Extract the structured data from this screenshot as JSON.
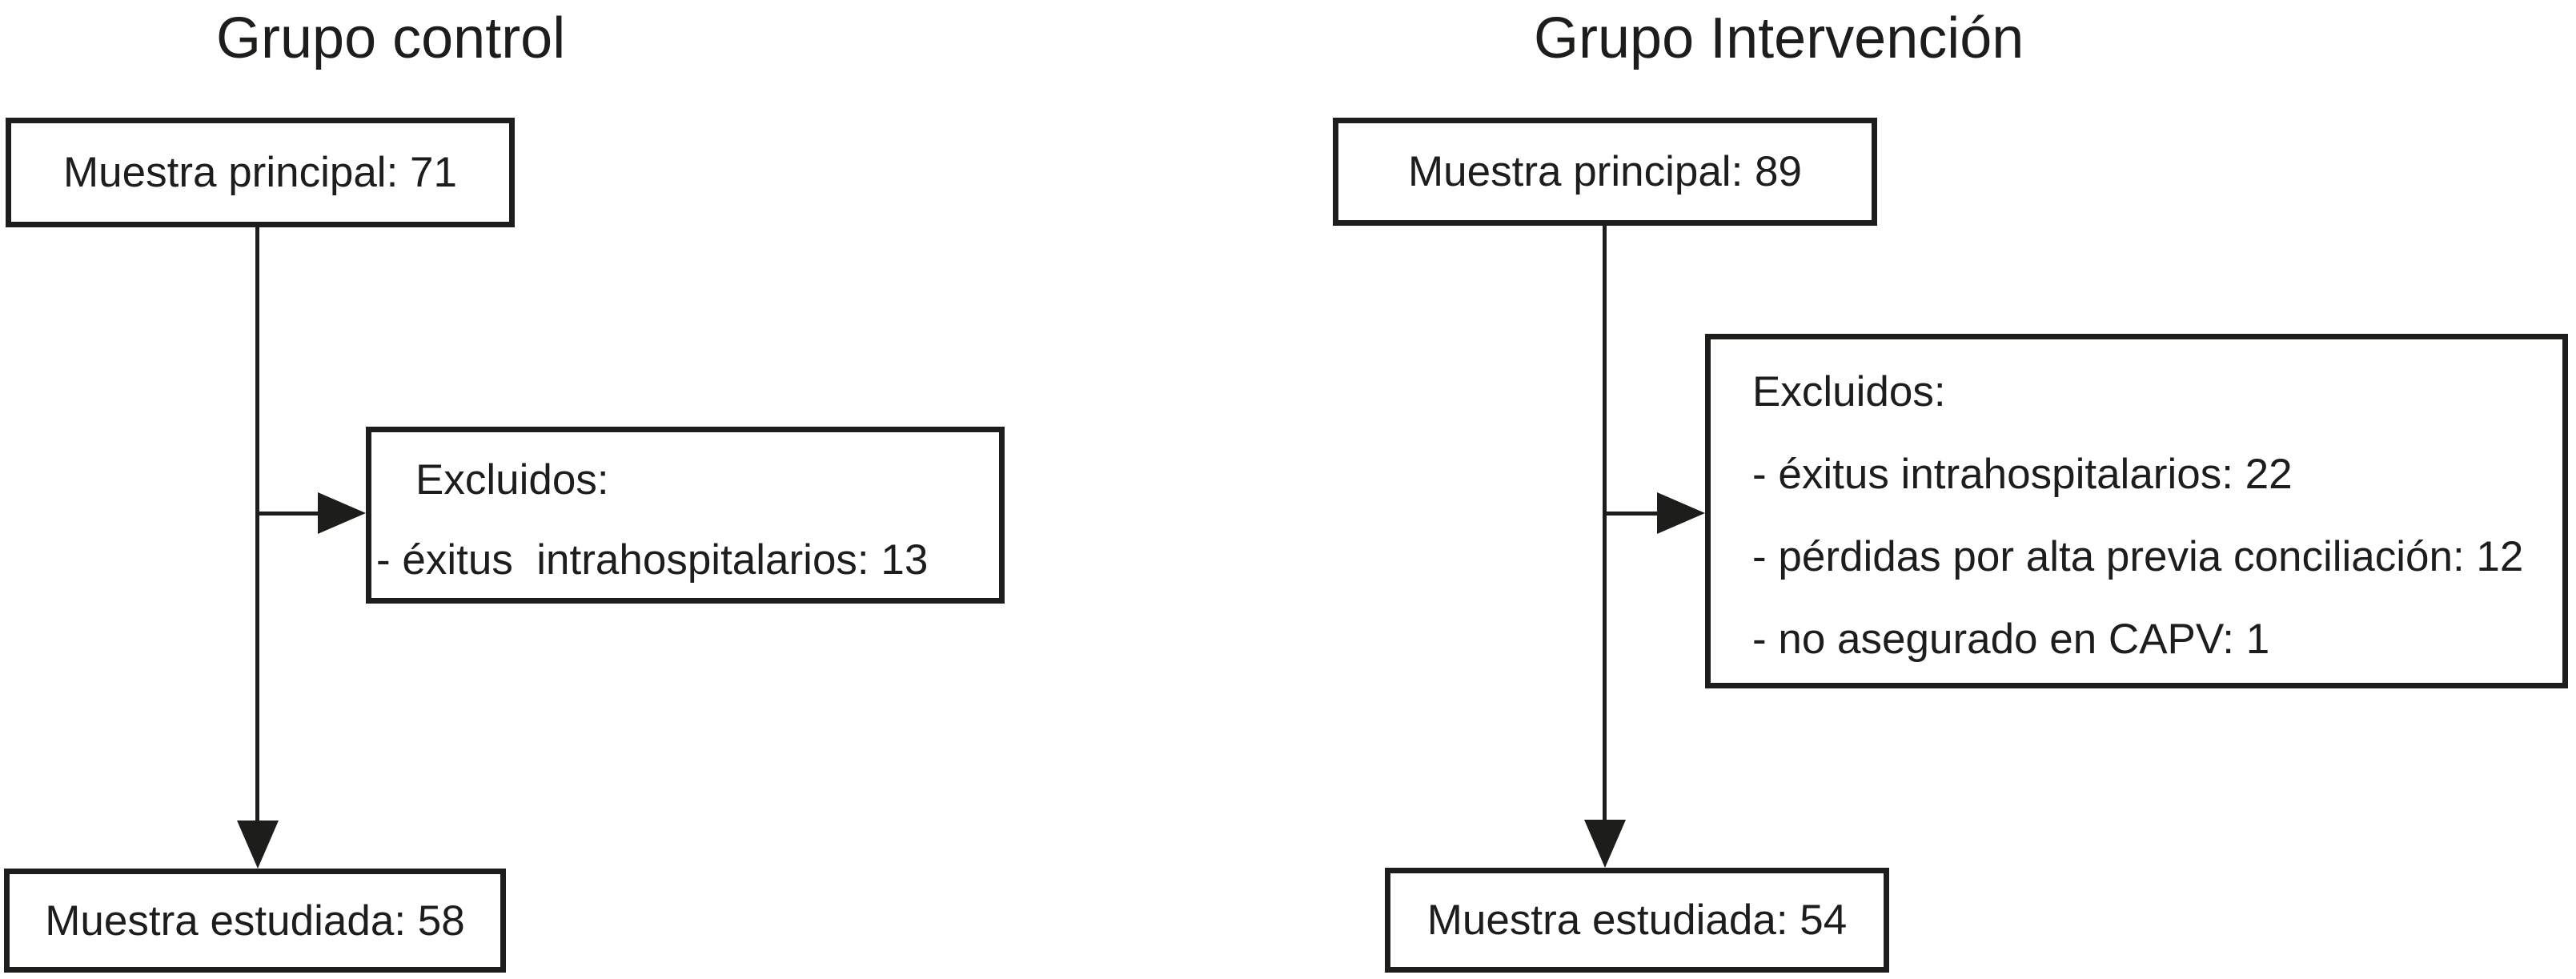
{
  "figure": {
    "type": "flow-diagram",
    "background": "#ffffff",
    "ink_color": "#1d1d1b"
  },
  "control_group": {
    "title": "Grupo control",
    "main_sample": "Muestra principal: 71",
    "excluded": {
      "header": "Excluidos:",
      "items": [
        "- éxitus  intrahospitalarios: 13"
      ]
    },
    "studied_sample": "Muestra estudiada: 58"
  },
  "intervention_group": {
    "title": "Grupo Intervención",
    "main_sample": "Muestra principal: 89",
    "excluded": {
      "header": "Excluidos:",
      "items": [
        "- éxitus intrahospitalarios: 22",
        "- pérdidas por alta previa conciliación: 12",
        "- no asegurado en CAPV: 1"
      ]
    },
    "studied_sample": "Muestra estudiada: 54"
  }
}
